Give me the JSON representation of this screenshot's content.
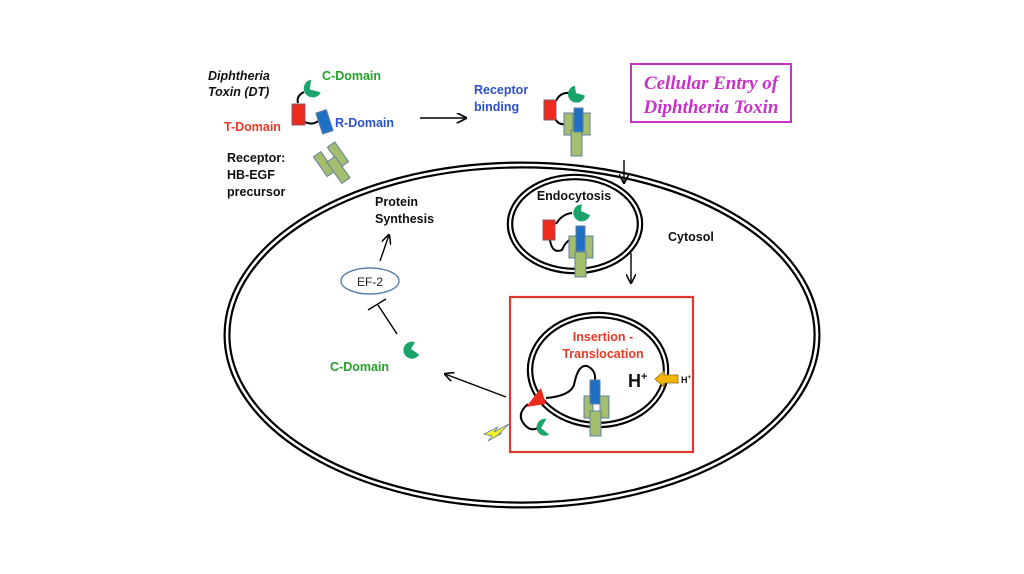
{
  "title": {
    "line1": "Cellular Entry of",
    "line2": "Diphtheria Toxin",
    "color": "#c832c8"
  },
  "labels": {
    "toxin_line1": "Diphtheria",
    "toxin_line2": "Toxin (DT)",
    "c_domain_top": "C-Domain",
    "t_domain": "T-Domain",
    "r_domain": "R-Domain",
    "receptor_line1": "Receptor:",
    "receptor_line2": "HB-EGF",
    "receptor_line3": "precursor",
    "receptor_binding_line1": "Receptor",
    "receptor_binding_line2": "binding",
    "endocytosis": "Endocytosis",
    "cytosol": "Cytosol",
    "protein_synthesis_line1": "Protein",
    "protein_synthesis_line2": "Synthesis",
    "ef2": "EF-2",
    "c_domain_free": "C-Domain",
    "insertion_line1": "Insertion -",
    "insertion_line2": "Translocation",
    "h_plus_large": "H",
    "h_plus_large_sup": "+",
    "h_plus_small": "H",
    "h_plus_small_sup": "+"
  },
  "colors": {
    "c_domain": "#1aa36a",
    "t_domain": "#ee2a1c",
    "r_domain": "#1f6fc4",
    "receptor": "#a3bf6e",
    "receptor_border": "#5f7fa0",
    "green_text": "#22a02a",
    "red_text": "#e83a26",
    "blue_text": "#2a52c8",
    "highlight_box": "#e0392b",
    "ef2_border": "#5a7fa8",
    "proton_arrow": "#f4b400",
    "lightning": "#f6f22a"
  }
}
